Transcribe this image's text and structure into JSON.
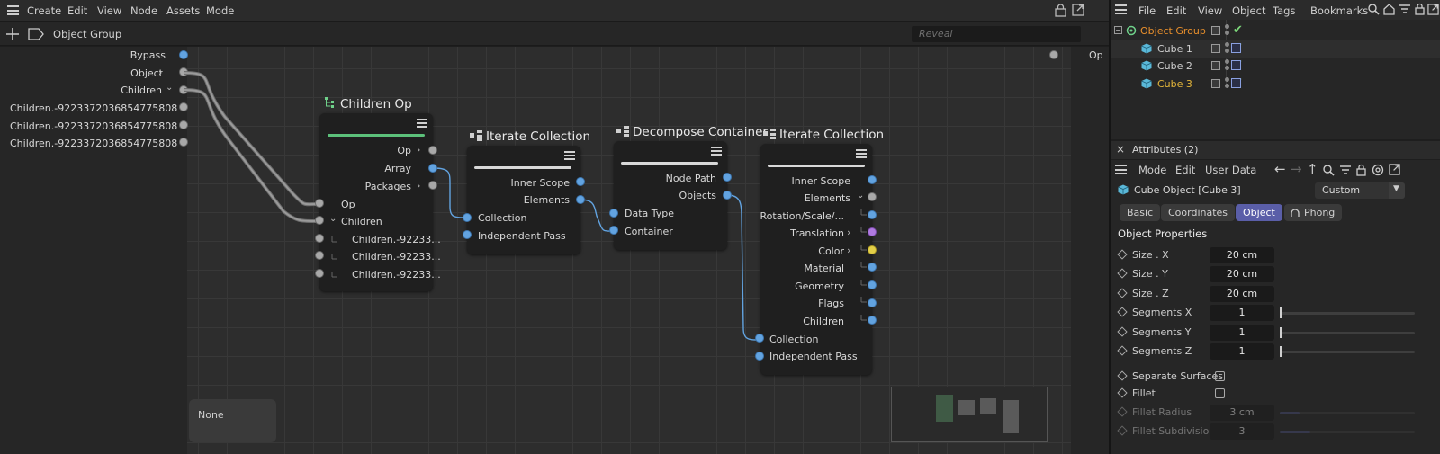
{
  "node_editor": {
    "menu": [
      "Create",
      "Edit",
      "View",
      "Node",
      "Assets",
      "Mode"
    ],
    "breadcrumb": "Object Group",
    "search_placeholder": "Reveal",
    "inputs": [
      "Bypass",
      "Object",
      "Children",
      "Children.-9223372036854775808",
      "Children.-9223372036854775808",
      "Children.-9223372036854775808"
    ],
    "output_label": "Op",
    "nodes": {
      "children_op": {
        "title": "Children Op",
        "outputs": [
          "Op",
          "Array",
          "Packages"
        ],
        "inputs": [
          "Op",
          "Children",
          "Children.-92233...",
          "Children.-92233...",
          "Children.-92233..."
        ]
      },
      "iterate1": {
        "title": "Iterate Collection",
        "outputs": [
          "Inner Scope",
          "Elements"
        ],
        "inputs": [
          "Collection",
          "Independent Pass"
        ]
      },
      "decompose": {
        "title": "Decompose Container",
        "outputs": [
          "Node Path",
          "Objects"
        ],
        "inputs": [
          "Data Type",
          "Container"
        ]
      },
      "iterate2": {
        "title": "Iterate Collection",
        "outputs": [
          "Inner Scope",
          "Elements",
          "Rotation/Scale/...",
          "Translation",
          "Color",
          "Material",
          "Geometry",
          "Flags",
          "Children"
        ],
        "inputs": [
          "Collection",
          "Independent Pass"
        ]
      }
    },
    "none_label": "None"
  },
  "object_manager": {
    "menu": [
      "File",
      "Edit",
      "View",
      "Object",
      "Tags",
      "Bookmarks"
    ],
    "items": [
      {
        "name": "Object Group",
        "color": "#e88f2c"
      },
      {
        "name": "Cube 1",
        "color": "#cfcfcf"
      },
      {
        "name": "Cube 2",
        "color": "#cfcfcf"
      },
      {
        "name": "Cube 3",
        "color": "#e3b53a"
      }
    ]
  },
  "attributes": {
    "title": "Attributes (2)",
    "menu": [
      "Mode",
      "Edit",
      "User Data"
    ],
    "object_name": "Cube Object [Cube 3]",
    "preset": "Custom",
    "tabs": [
      "Basic",
      "Coordinates",
      "Object",
      "Phong"
    ],
    "active_tab": "Object",
    "section": "Object Properties",
    "props": [
      {
        "label": "Size . X",
        "value": "20 cm"
      },
      {
        "label": "Size . Y",
        "value": "20 cm"
      },
      {
        "label": "Size . Z",
        "value": "20 cm"
      },
      {
        "label": "Segments X",
        "value": "1"
      },
      {
        "label": "Segments Y",
        "value": "1"
      },
      {
        "label": "Segments Z",
        "value": "1"
      }
    ],
    "checks": [
      "Separate Surfaces",
      "Fillet"
    ],
    "dim_props": [
      {
        "label": "Fillet Radius",
        "value": "3 cm"
      },
      {
        "label": "Fillet Subdivision",
        "value": "3"
      }
    ]
  }
}
